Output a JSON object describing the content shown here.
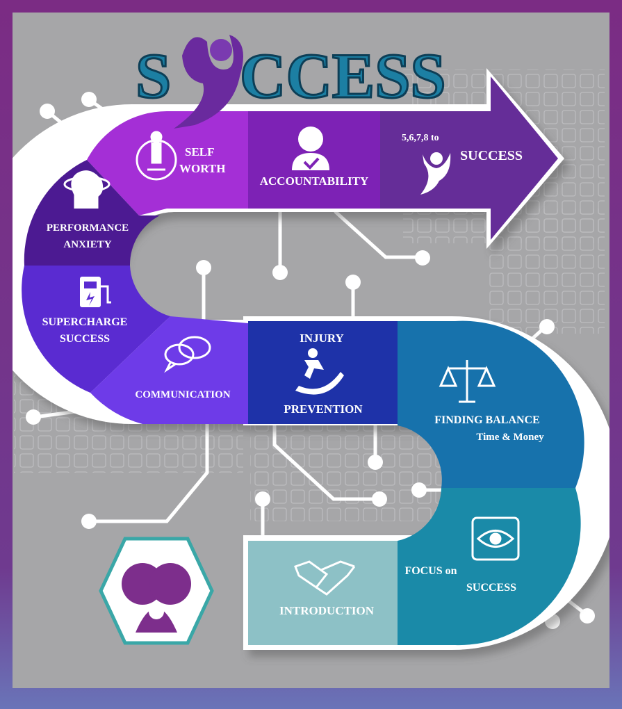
{
  "title": {
    "prefix": "S",
    "suffix": "CCESS"
  },
  "steps": {
    "self_worth": [
      "SELF",
      "WORTH"
    ],
    "accountability": "ACCOUNTABILITY",
    "goal": {
      "line1": "5,6,7,8 to",
      "line2": "SUCCESS"
    },
    "performance_anxiety": [
      "PERFORMANCE",
      "ANXIETY"
    ],
    "supercharge_success": [
      "SUPERCHARGE",
      "SUCCESS"
    ],
    "communication": "COMMUNICATION",
    "injury_prevention": [
      "INJURY",
      "PREVENTION"
    ],
    "finding_balance": {
      "line1": "FINDING  BALANCE",
      "line2": "Time & Money"
    },
    "focus_on_success": [
      "FOCUS on",
      "SUCCESS"
    ],
    "introduction": "INTRODUCTION"
  },
  "colors": {
    "background": "#a6a6a8",
    "frame": "#7b2c84",
    "self_worth": "#a42fd6",
    "accountability": "#7d22b5",
    "arrow": "#652d98",
    "performance_anxiety": "#4c1a92",
    "supercharge_success": "#5a2bd1",
    "communication": "#6e3be8",
    "injury_prevention": "#1e32a8",
    "finding_balance": "#1772ac",
    "focus_on_success": "#1a8aa8",
    "introduction": "#8dc1c6",
    "title": "#1c7fa3"
  },
  "icons": [
    "person-shower-icon",
    "accountability-person-icon",
    "success-figure-icon",
    "head-ring-icon",
    "charging-station-icon",
    "speech-bubbles-icon",
    "falling-person-icon",
    "scales-icon",
    "eye-focus-icon",
    "handshake-icon",
    "logo-emblem-icon"
  ]
}
